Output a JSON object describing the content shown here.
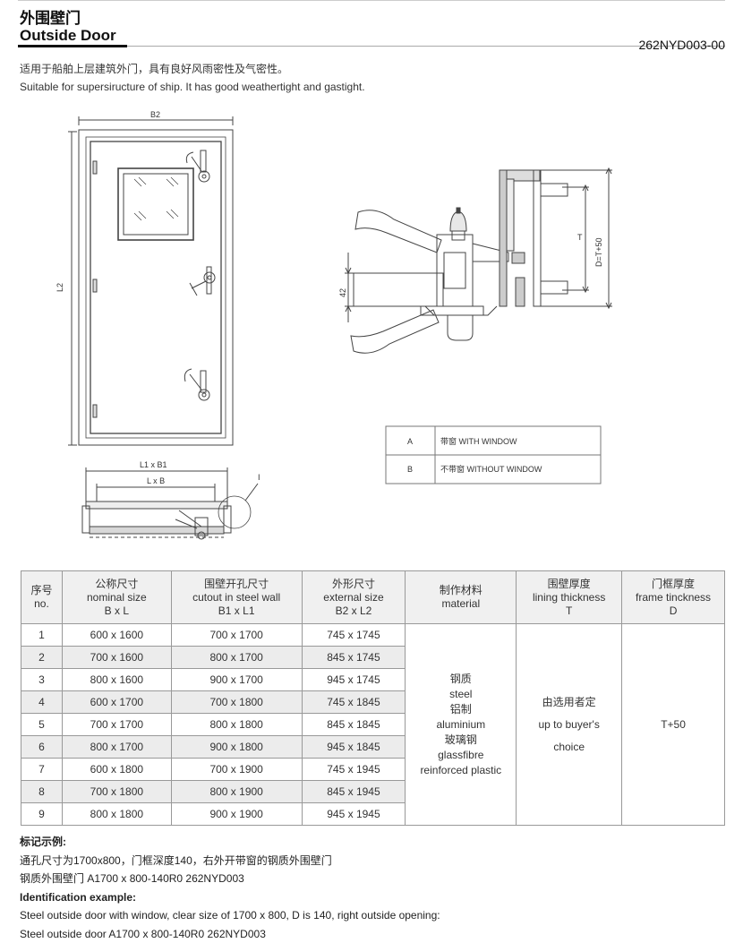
{
  "header": {
    "title_cn": "外围壁门",
    "title_en": "Outside Door",
    "code": "262NYD003-00"
  },
  "description": {
    "cn": "适用于船舶上层建筑外门，具有良好风雨密性及气密性。",
    "en": "Suitable for supersiructure of ship. It has good weathertight and gastight."
  },
  "drawing_labels": {
    "b2": "B2",
    "l2": "L2",
    "l1b1": "L1 x B1",
    "lb": "L x B",
    "detail_mark": "I",
    "t": "T",
    "d": "D=T+50",
    "dim42": "42"
  },
  "legend": [
    {
      "key": "A",
      "desc": "带窗 WITH WINDOW"
    },
    {
      "key": "B",
      "desc": "不带窗 WITHOUT WINDOW"
    }
  ],
  "table": {
    "headers": [
      [
        "序号",
        "no."
      ],
      [
        "公称尺寸",
        "nominal size",
        "B x L"
      ],
      [
        "围壁开孔尺寸",
        "cutout in steel wall",
        "B1 x L1"
      ],
      [
        "外形尺寸",
        "external size",
        "B2 x L2"
      ],
      [
        "制作材料",
        "material"
      ],
      [
        "围壁厚度",
        "lining thickness",
        "T"
      ],
      [
        "门框厚度",
        "frame tinckness",
        "D"
      ]
    ],
    "rows": [
      [
        "1",
        "600 x 1600",
        "700 x 1700",
        "745 x 1745"
      ],
      [
        "2",
        "700 x 1600",
        "800 x 1700",
        "845 x 1745"
      ],
      [
        "3",
        "800 x 1600",
        "900 x 1700",
        "945 x 1745"
      ],
      [
        "4",
        "600 x 1700",
        "700 x 1800",
        "745 x 1845"
      ],
      [
        "5",
        "700 x 1700",
        "800 x 1800",
        "845 x 1845"
      ],
      [
        "6",
        "800 x 1700",
        "900 x 1800",
        "945 x 1845"
      ],
      [
        "7",
        "600 x 1800",
        "700 x 1900",
        "745 x 1945"
      ],
      [
        "8",
        "700 x 1800",
        "800 x 1900",
        "845 x 1945"
      ],
      [
        "9",
        "800 x 1800",
        "900 x 1900",
        "945 x 1945"
      ]
    ],
    "material_lines": [
      "钢质",
      "steel",
      "铝制",
      "aluminium",
      "玻璃钢",
      "glassfibre",
      "reinforced plastic"
    ],
    "lining_lines": [
      "由选用者定",
      "up to buyer's",
      "choice"
    ],
    "frame_value": "T+50"
  },
  "notes": {
    "cn_heading": "标记示例:",
    "cn_line1": "通孔尺寸为1700x800，门框深度140，右外开带窗的钢质外围壁门",
    "cn_line2": "钢质外围壁门 A1700 x 800-140R0 262NYD003",
    "en_heading": "Identification example:",
    "en_line1": "Steel outside door with window, clear size of 1700 x 800, D is 140, right outside opening:",
    "en_line2": "Steel outside door A1700 x 800-140R0 262NYD003"
  }
}
